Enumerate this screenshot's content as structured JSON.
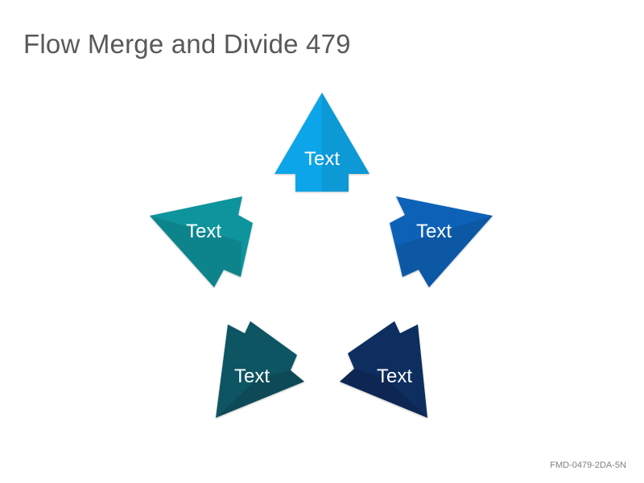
{
  "slide": {
    "title": "Flow Merge and Divide 479",
    "footer_code": "FMD-0479-2DA-5N"
  },
  "arrows": [
    {
      "label": "Text",
      "color": "#0ea5e9"
    },
    {
      "label": "Text",
      "color": "#0b62b8"
    },
    {
      "label": "Text",
      "color": "#0a2d5e"
    },
    {
      "label": "Text",
      "color": "#0b5563"
    },
    {
      "label": "Text",
      "color": "#0c949c"
    }
  ]
}
